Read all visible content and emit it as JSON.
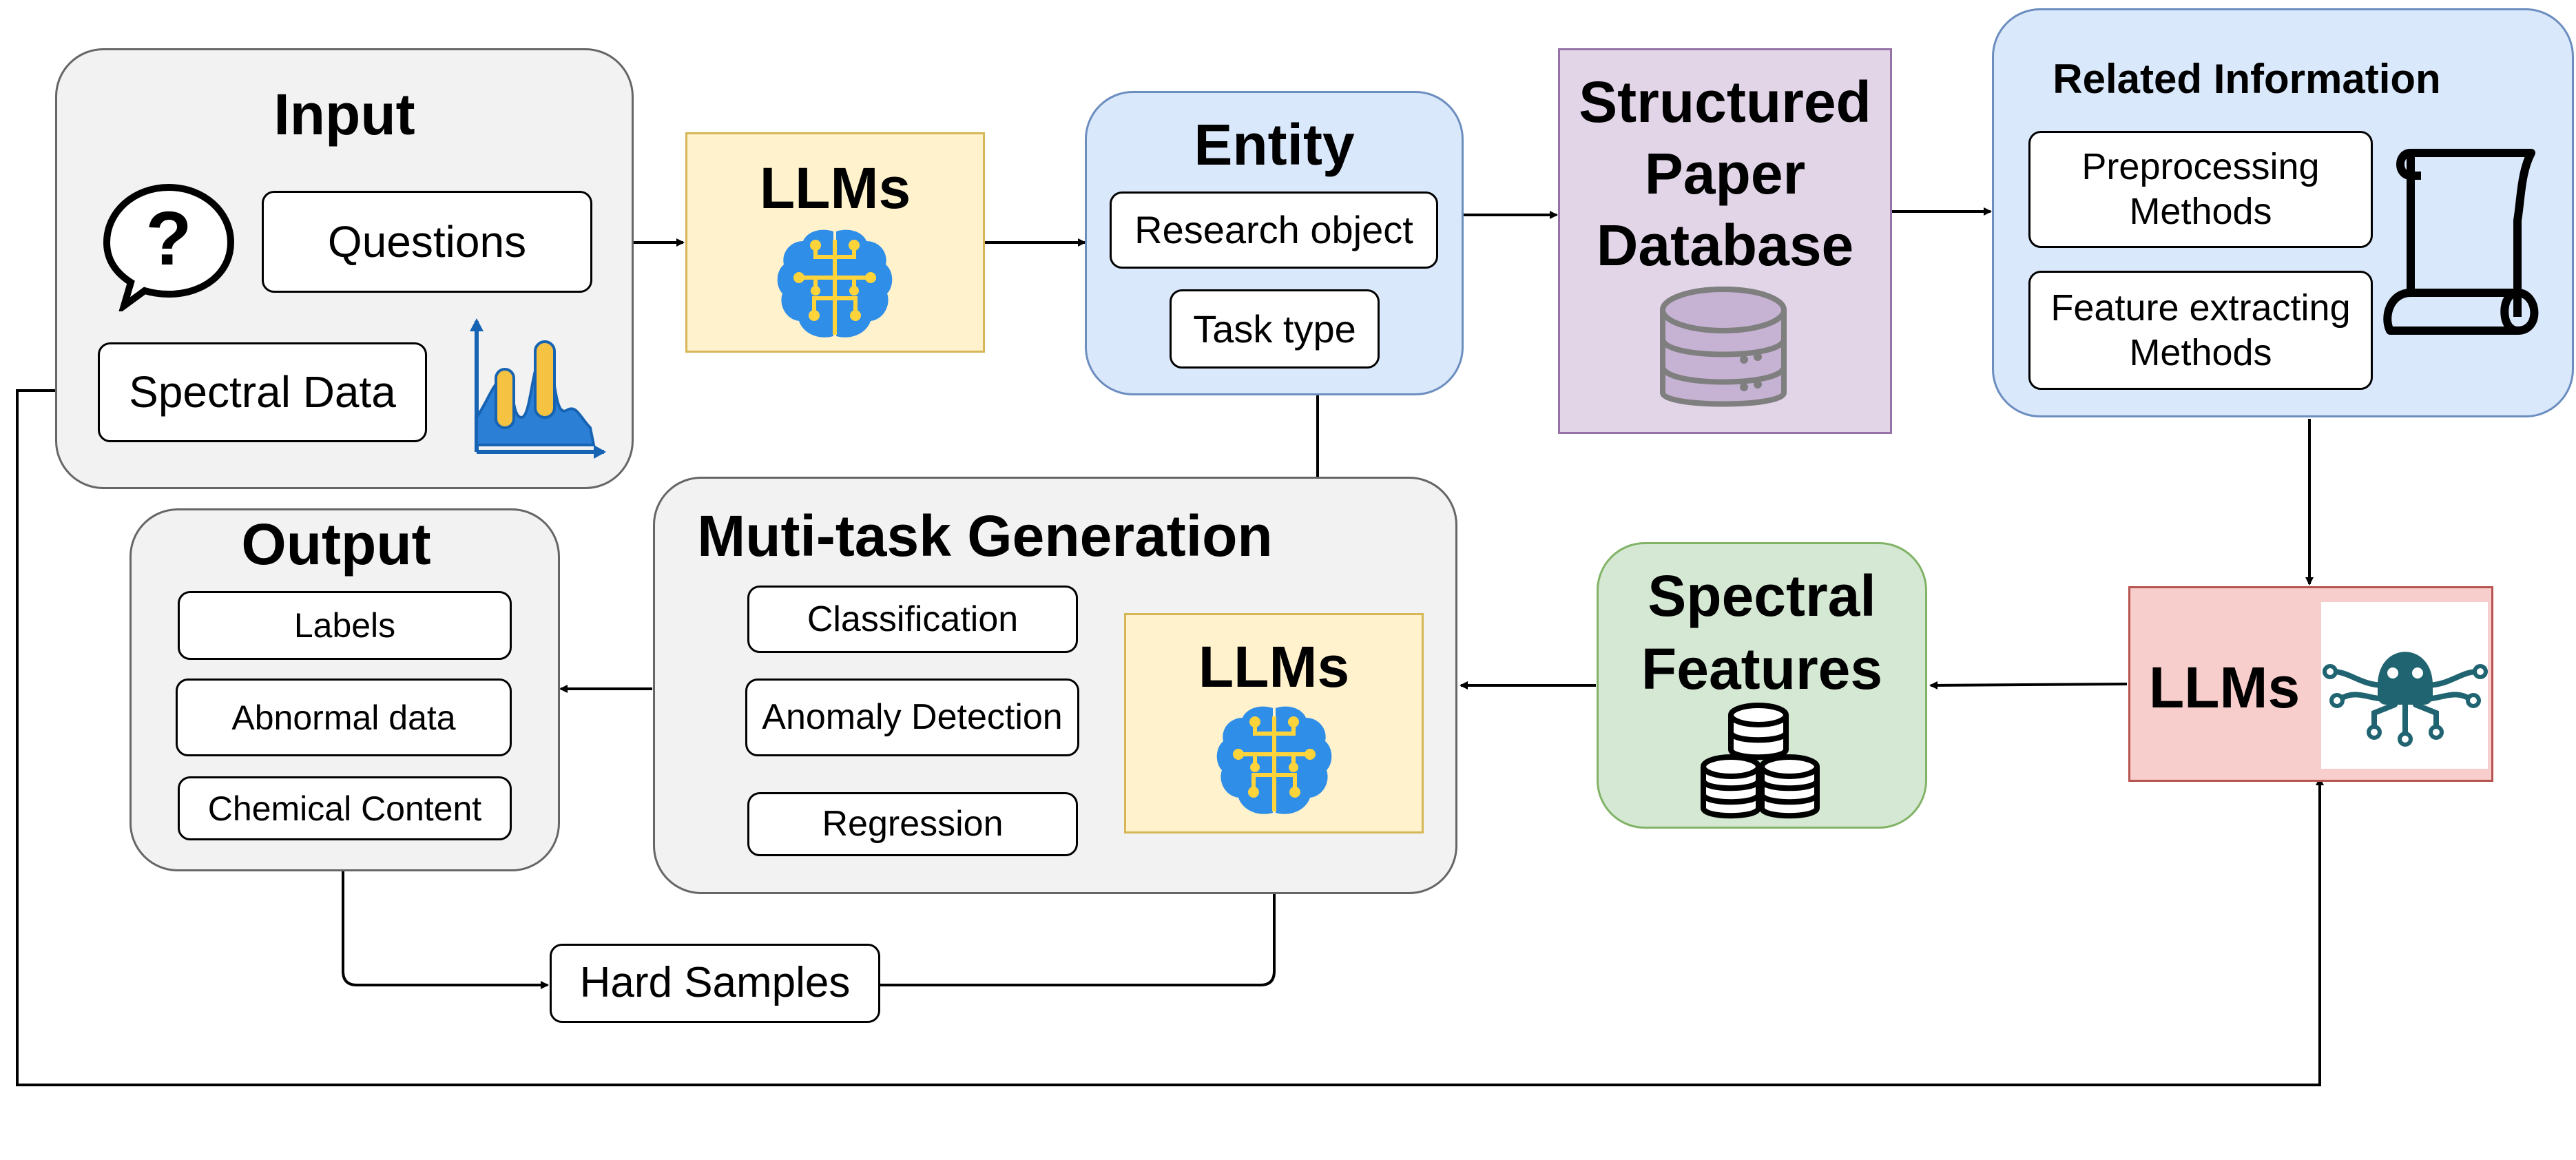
{
  "input": {
    "title": "Input",
    "questions": "Questions",
    "spectral_data": "Spectral Data"
  },
  "llm_top": {
    "title": "LLMs"
  },
  "entity": {
    "title": "Entity",
    "research_object": "Research object",
    "task_type": "Task type"
  },
  "database": {
    "line1": "Structured",
    "line2": "Paper",
    "line3": "Database"
  },
  "related": {
    "title": "Related Information",
    "preprocessing_1": "Preprocessing",
    "preprocessing_2": "Methods",
    "feature_1": "Feature extracting",
    "feature_2": "Methods"
  },
  "llm_agent": {
    "title": "LLMs"
  },
  "spectral_features": {
    "line1": "Spectral",
    "line2": "Features"
  },
  "multitask": {
    "title": "Muti-task Generation",
    "classification": "Classification",
    "anomaly": "Anomaly Detection",
    "regression": "Regression",
    "llm_title": "LLMs"
  },
  "output": {
    "title": "Output",
    "labels": "Labels",
    "abnormal": "Abnormal data",
    "chemical": "Chemical Content"
  },
  "hard_samples": "Hard Samples",
  "colors": {
    "gray": "#f2f2f2",
    "blue": "#dae8fc",
    "yellow": "#fff2cc",
    "purple": "#e1d5e7",
    "green": "#d5e8d4",
    "red": "#f8cecc",
    "brain_blue": "#2f8ee8",
    "brain_circuit": "#ffd43b",
    "octopus": "#1f6470"
  },
  "icons": [
    "question-bubble-icon",
    "spectrum-chart-icon",
    "brain-circuit-icon",
    "database-icon",
    "scroll-icon",
    "octopus-agent-icon",
    "coin-stack-icon"
  ]
}
